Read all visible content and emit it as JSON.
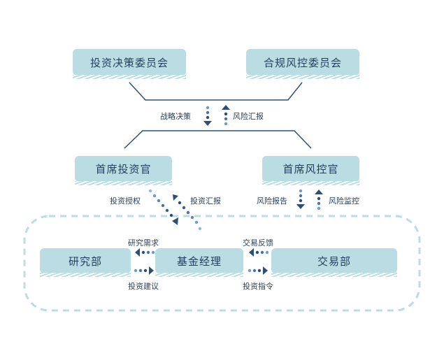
{
  "nodes": {
    "investment_committee": "投资决策委员会",
    "compliance_committee": "合规风控委员会",
    "cio": "首席投资官",
    "cro": "首席风控官",
    "research": "研究部",
    "fund_manager": "基金经理",
    "trading": "交易部"
  },
  "edges": {
    "strategy_decision": "战略决策",
    "risk_report_up": "风险汇报",
    "investment_authorization": "投资授权",
    "investment_report": "投资汇报",
    "risk_report": "风险报告",
    "risk_monitoring": "风险监控",
    "research_request": "研究需求",
    "investment_advice": "投资建议",
    "trade_feedback": "交易反馈",
    "investment_order": "投资指令"
  },
  "colors": {
    "box_fill": "#b9dde2",
    "text": "#1f3f5c",
    "line": "#2d4f73",
    "dot_dark": "#2d4f73",
    "dot_light": "#86bde0",
    "dashed_border": "#b9dde2"
  }
}
